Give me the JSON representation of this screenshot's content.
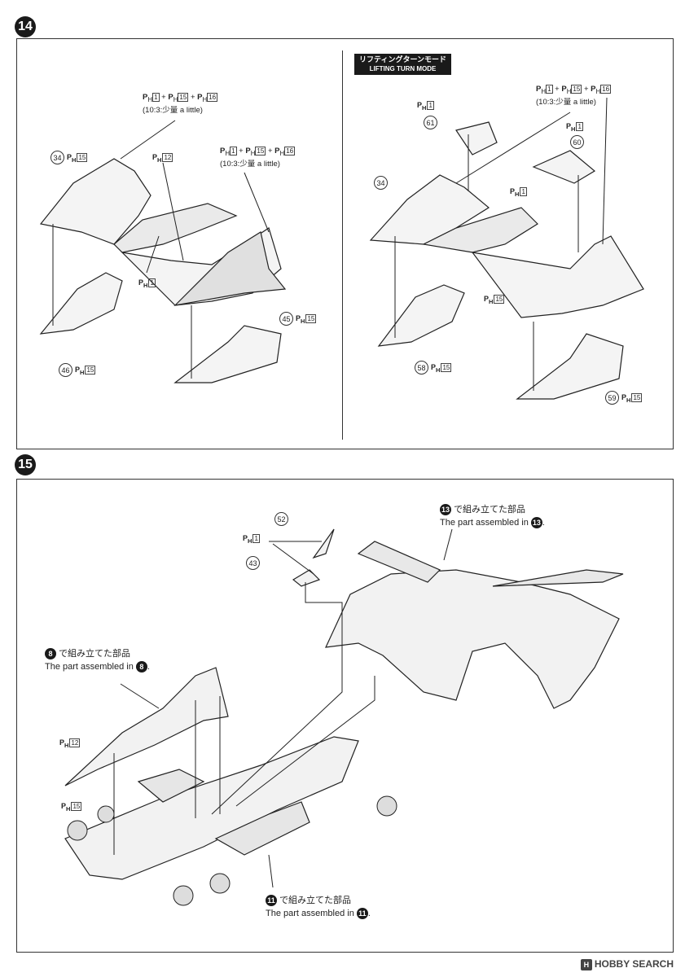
{
  "step14": {
    "number": "14",
    "left": {
      "callouts": [
        {
          "id": "paint-a",
          "pre": "P",
          "sub": "H",
          "parts": [
            "1",
            "15",
            "16"
          ],
          "ratio": "(10:3:少量 a little)"
        },
        {
          "id": "paint-b",
          "pre": "P",
          "sub": "H",
          "parts": [
            "1",
            "15",
            "16"
          ],
          "ratio": "(10:3:少量 a little)"
        }
      ],
      "ph12": {
        "pre": "P",
        "sub": "H",
        "num": "12"
      },
      "ph1": {
        "pre": "P",
        "sub": "H",
        "num": "1"
      },
      "parts": [
        {
          "no": "34",
          "pre": "P",
          "sub": "H",
          "num": "15"
        },
        {
          "no": "45",
          "pre": "P",
          "sub": "H",
          "num": "15"
        },
        {
          "no": "46",
          "pre": "P",
          "sub": "H",
          "num": "15"
        }
      ]
    },
    "right": {
      "mode_jp": "リフティングターンモード",
      "mode_en": "LIFTING TURN MODE",
      "callout": {
        "pre": "P",
        "sub": "H",
        "parts": [
          "1",
          "15",
          "16"
        ],
        "ratio": "(10:3:少量 a little)"
      },
      "ph1_a": {
        "pre": "P",
        "sub": "H",
        "num": "1"
      },
      "ph1_b": {
        "pre": "P",
        "sub": "H",
        "num": "1"
      },
      "ph1_c": {
        "pre": "P",
        "sub": "H",
        "num": "1"
      },
      "ph15": {
        "pre": "P",
        "sub": "H",
        "num": "15"
      },
      "parts": [
        {
          "no": "61"
        },
        {
          "no": "60"
        },
        {
          "no": "34"
        },
        {
          "no": "58",
          "pre": "P",
          "sub": "H",
          "num": "15"
        },
        {
          "no": "59",
          "pre": "P",
          "sub": "H",
          "num": "15"
        }
      ]
    }
  },
  "step15": {
    "number": "15",
    "ph1": {
      "pre": "P",
      "sub": "H",
      "num": "1"
    },
    "ph12": {
      "pre": "P",
      "sub": "H",
      "num": "12"
    },
    "ph15": {
      "pre": "P",
      "sub": "H",
      "num": "15"
    },
    "parts": [
      {
        "no": "52"
      },
      {
        "no": "43"
      }
    ],
    "assembled": [
      {
        "badge": "13",
        "jp": "で組み立てた部品",
        "en": "The part assembled in"
      },
      {
        "badge": "8",
        "jp": "で組み立てた部品",
        "en": "The part assembled in"
      },
      {
        "badge": "11",
        "jp": "で組み立てた部品",
        "en": "The part assembled in"
      }
    ]
  },
  "watermark": "HOBBY SEARCH",
  "watermark_logo": "H"
}
